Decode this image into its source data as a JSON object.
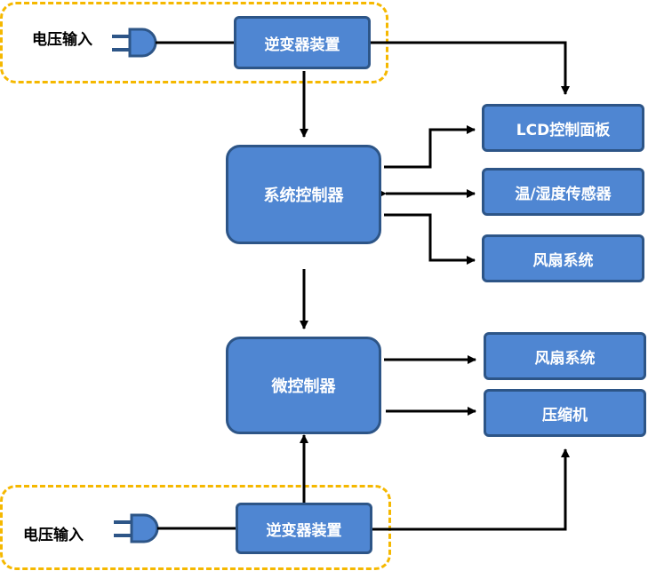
{
  "top": {
    "voltage_label": "电压输入",
    "inverter": "逆变器装置"
  },
  "system_controller": "系统控制器",
  "peripherals": {
    "lcd": "LCD控制面板",
    "sensor": "温/湿度传感器",
    "fan": "风扇系统"
  },
  "micro_controller": "微控制器",
  "micro_outputs": {
    "fan": "风扇系统",
    "compressor": "压缩机"
  },
  "bottom": {
    "voltage_label": "电压输入",
    "inverter": "逆变器装置"
  },
  "colors": {
    "box_fill": "#4f86d2",
    "box_border": "#2d5587",
    "dash": "#f5b800",
    "line": "#000000"
  }
}
